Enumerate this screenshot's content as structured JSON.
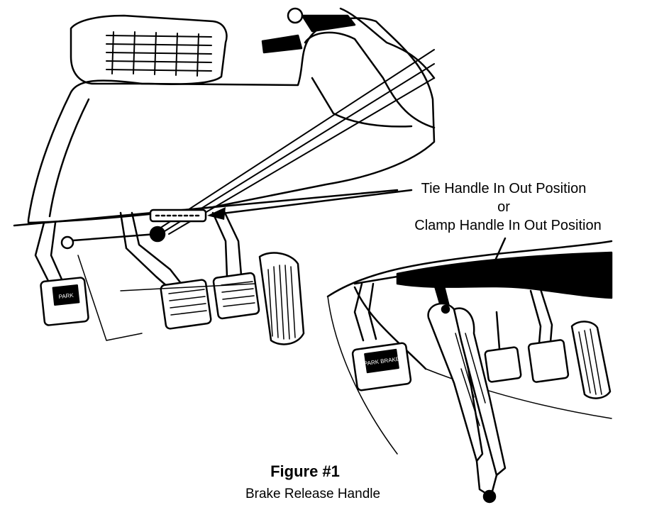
{
  "callout": {
    "line1": "Tie Handle In Out Position",
    "line2": "or",
    "line3": "Clamp Handle In Out Position"
  },
  "figure": {
    "title": "Figure #1",
    "caption": "Brake Release Handle"
  },
  "pedal_labels": {
    "left_pad": "PARK",
    "inset_pad": "PARK BRAKE"
  },
  "colors": {
    "ink": "#000000",
    "paper": "#ffffff"
  }
}
